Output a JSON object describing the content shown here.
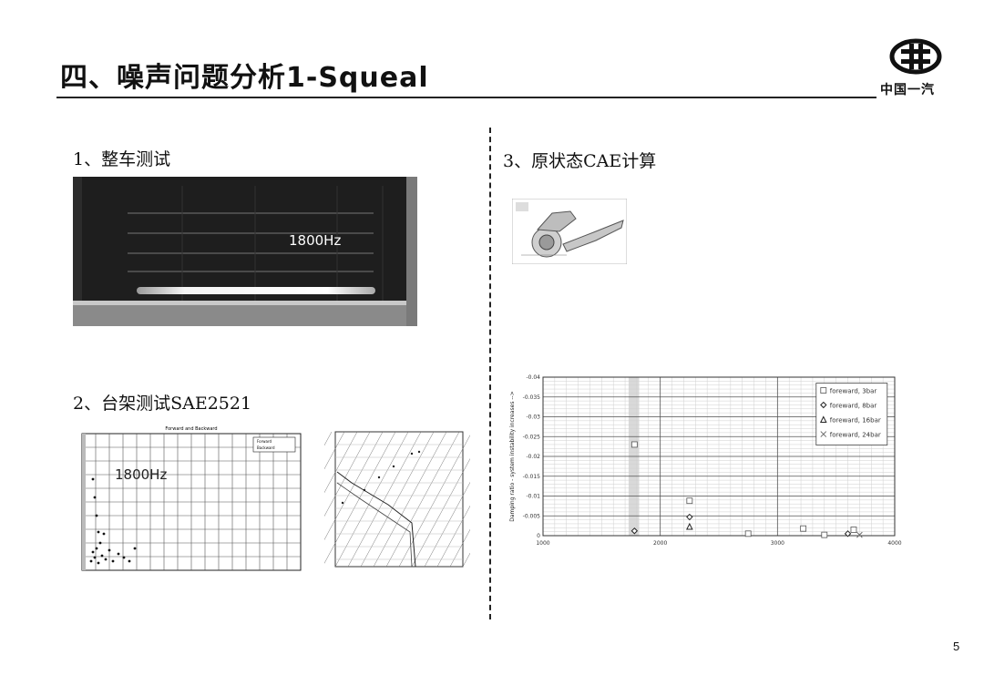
{
  "slide": {
    "title": "四、噪声问题分析1-Squeal",
    "logo_text": "中国一汽",
    "page_number": "5"
  },
  "sections": {
    "vehicle_test": {
      "heading": "1、整车测试",
      "spectrogram_label": "1800Hz"
    },
    "bench_test": {
      "heading": "2、台架测试SAE2521",
      "chart_a": {
        "title": "Forward and Backward",
        "overlay_label": "1800Hz",
        "legend": [
          "Forward",
          "Backward"
        ]
      }
    },
    "cae": {
      "heading": "3、原状态CAE计算"
    }
  },
  "chart_data": {
    "type": "scatter",
    "ylabel": "Damping ratio - system instability increases -->",
    "xunit": "Hz",
    "xlim": [
      1000,
      4000
    ],
    "ylim": [
      0,
      -0.04
    ],
    "x_ticks": [
      1000,
      2000,
      3000,
      4000
    ],
    "y_ticks": [
      0,
      -0.005,
      -0.01,
      -0.015,
      -0.02,
      -0.025,
      -0.03,
      -0.035,
      -0.04
    ],
    "y_tick_labels": [
      "0",
      "-0.005",
      "-0.01",
      "-0.015",
      "-0.02",
      "-0.025",
      "-0.03",
      "-0.035",
      "-0.04"
    ],
    "highlight_band": [
      1730,
      1820
    ],
    "legend_position": "top-right",
    "series": [
      {
        "name": "foreward, 3bar",
        "marker": "square",
        "points": [
          [
            1780,
            -0.023
          ],
          [
            2250,
            -0.0088
          ],
          [
            2750,
            -0.0005
          ],
          [
            3220,
            -0.0018
          ],
          [
            3650,
            -0.0015
          ],
          [
            3400,
            -0.0002
          ]
        ]
      },
      {
        "name": "foreward, 8bar",
        "marker": "diamond",
        "points": [
          [
            1780,
            -0.0012
          ],
          [
            2250,
            -0.0047
          ],
          [
            3600,
            -0.0005
          ]
        ]
      },
      {
        "name": "foreward, 16bar",
        "marker": "triangle",
        "points": [
          [
            2250,
            -0.0023
          ]
        ]
      },
      {
        "name": "foreward, 24bar",
        "marker": "x",
        "points": [
          [
            3700,
            -0.0002
          ]
        ]
      }
    ]
  }
}
